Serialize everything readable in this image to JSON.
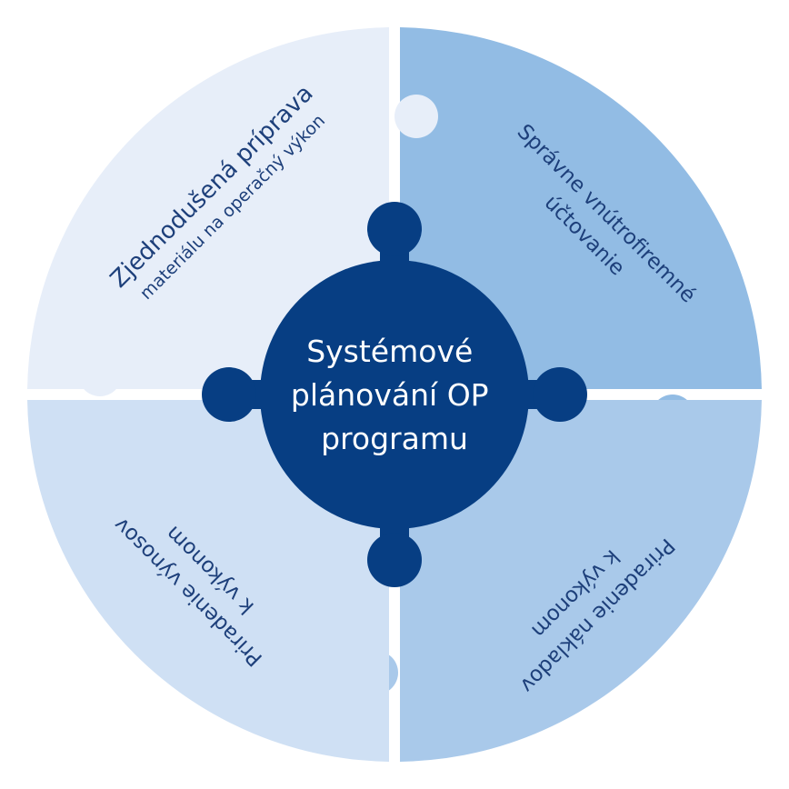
{
  "center": {
    "lines": [
      "Systémové",
      "plánování OP",
      "programu"
    ]
  },
  "quadrants": {
    "top_left": {
      "title": "Zjednodušená príprava",
      "subtitle": "materiálu na operačný výkon"
    },
    "top_right": {
      "line1": "Správne vnútrofiremné",
      "line2": "účtovanie"
    },
    "bottom_right": {
      "line1": "Priradenie nákladov",
      "line2": "k výkonom"
    },
    "bottom_left": {
      "line1": "Priradenie výnosov",
      "line2": "k výkonom"
    }
  },
  "colors": {
    "top_left": "#e7eef9",
    "top_right": "#92bce4",
    "bottom_right": "#a9c9ea",
    "bottom_left": "#cfe0f4",
    "center": "#073e83",
    "text_dark": "#1d3f7a",
    "text_light": "#ffffff"
  }
}
